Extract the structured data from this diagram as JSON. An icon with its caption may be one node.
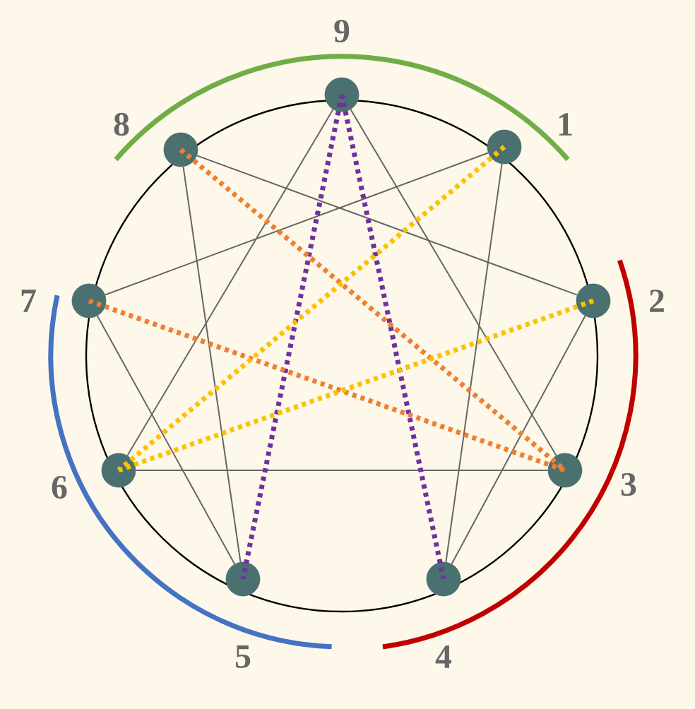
{
  "diagram": {
    "nodes": [
      {
        "text": [],
        "shape": "circle",
        "beside": [
          "9"
        ]
      },
      {
        "text": [],
        "shape": "circle",
        "beside": [
          "1"
        ]
      },
      {
        "text": [],
        "shape": "circle",
        "beside": [
          "2"
        ]
      },
      {
        "text": [],
        "shape": "circle",
        "beside": [
          "3"
        ]
      },
      {
        "text": [],
        "shape": "circle",
        "beside": [
          "4"
        ]
      },
      {
        "text": [],
        "shape": "circle",
        "beside": [
          "5"
        ]
      },
      {
        "text": [],
        "shape": "circle",
        "beside": [
          "6"
        ]
      },
      {
        "text": [],
        "shape": "circle",
        "beside": [
          "7"
        ]
      },
      {
        "text": [],
        "shape": "circle",
        "beside": [
          "8"
        ]
      }
    ],
    "edges": [
      {
        "from": 0,
        "to": 3,
        "arrow": "none"
      },
      {
        "from": 3,
        "to": 6,
        "arrow": "none"
      },
      {
        "from": 6,
        "to": 0,
        "arrow": "none"
      },
      {
        "from": 1,
        "to": 4,
        "arrow": "none"
      },
      {
        "from": 4,
        "to": 2,
        "arrow": "none"
      },
      {
        "from": 2,
        "to": 8,
        "arrow": "none"
      },
      {
        "from": 8,
        "to": 5,
        "arrow": "none"
      },
      {
        "from": 5,
        "to": 7,
        "arrow": "none"
      },
      {
        "from": 7,
        "to": 1,
        "arrow": "none"
      },
      {
        "from": 0,
        "to": 5,
        "arrow": "none",
        "style": "dashed",
        "color": "#7030a0"
      },
      {
        "from": 0,
        "to": 4,
        "arrow": "none",
        "style": "dashed",
        "color": "#7030a0"
      },
      {
        "from": 8,
        "to": 3,
        "arrow": "none",
        "style": "dashed",
        "color": "#f07f30"
      },
      {
        "from": 7,
        "to": 3,
        "arrow": "none",
        "style": "dashed",
        "color": "#f07f30"
      },
      {
        "from": 1,
        "to": 6,
        "arrow": "none",
        "style": "dashed",
        "color": "#ffc000"
      },
      {
        "from": 2,
        "to": 6,
        "arrow": "none",
        "style": "dashed",
        "color": "#ffc000"
      }
    ]
  }
}
